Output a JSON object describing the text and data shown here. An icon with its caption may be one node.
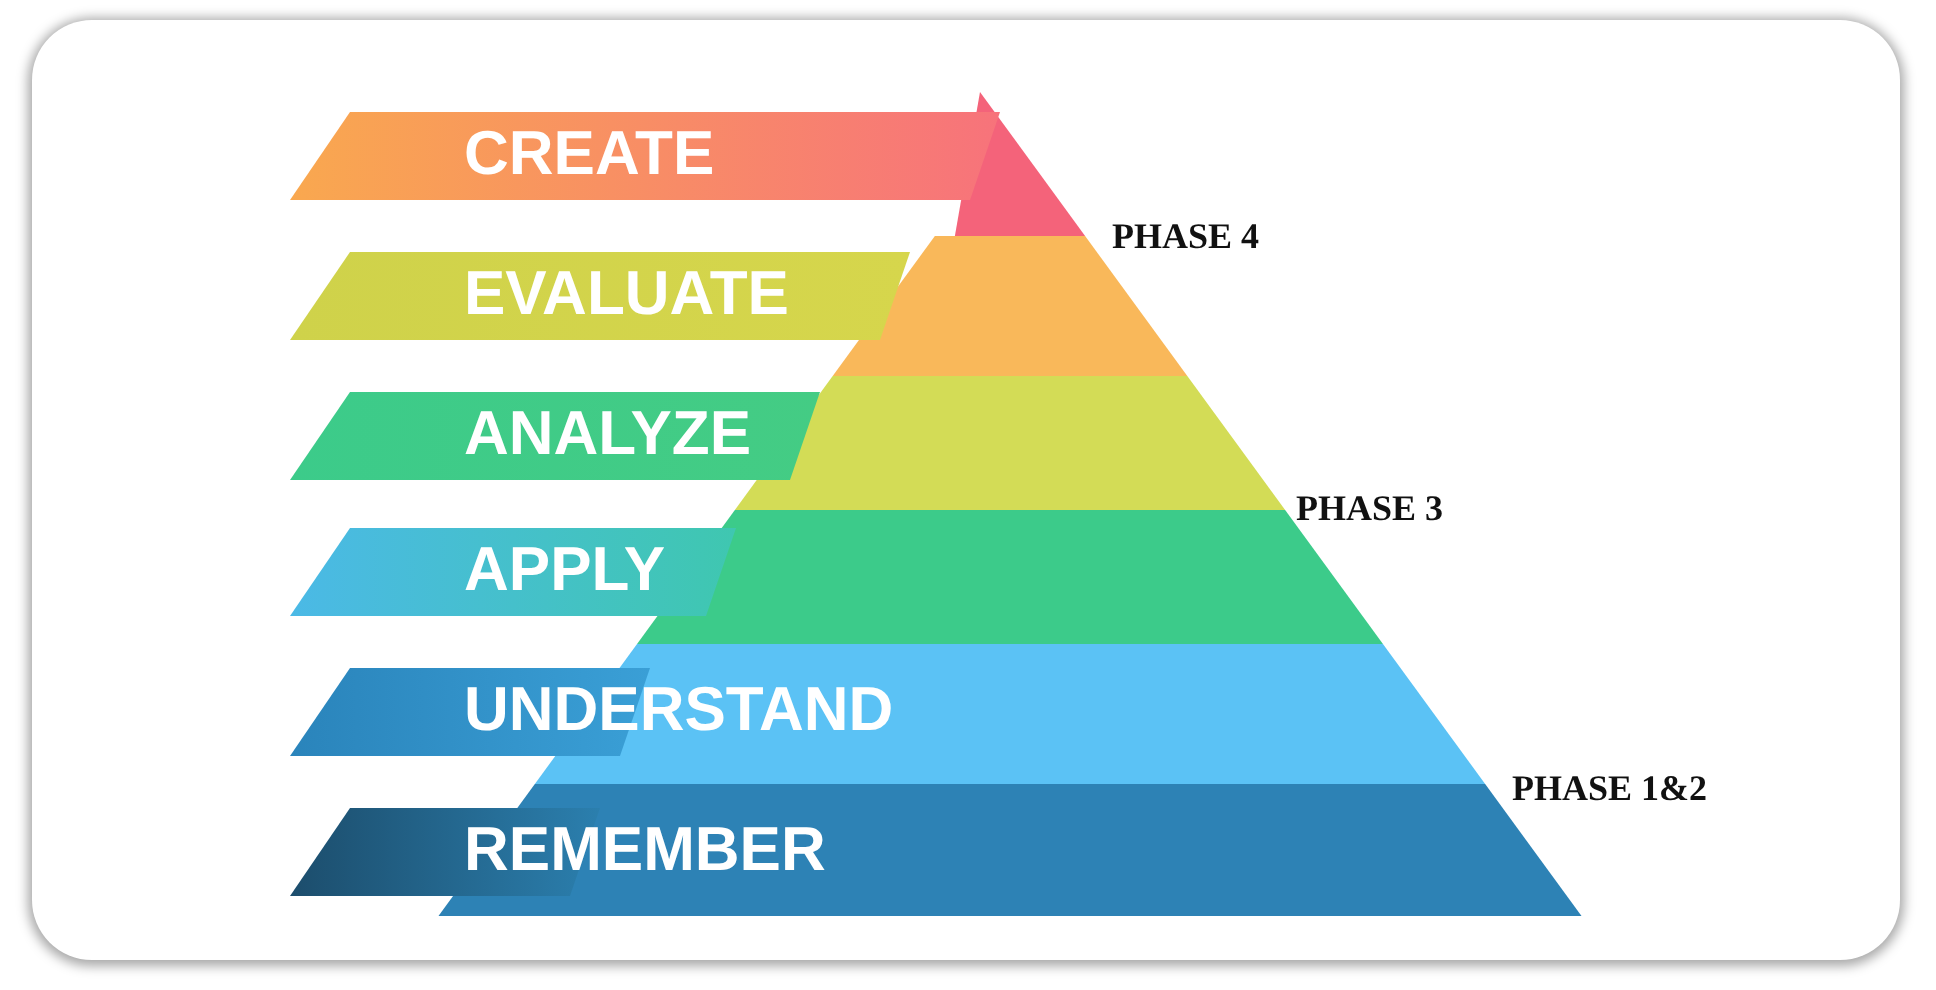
{
  "diagram": {
    "nodes": [
      {
        "text": [
          "CREATE"
        ]
      },
      {
        "text": [
          "EVALUATE"
        ]
      },
      {
        "text": [
          "ANALYZE"
        ]
      },
      {
        "text": [
          "APPLY"
        ]
      },
      {
        "text": [
          "UNDERSTAND"
        ]
      },
      {
        "text": [
          "REMEMBER"
        ]
      }
    ],
    "labels": [
      "PHASE 4",
      "PHASE 3",
      "PHASE 1&2"
    ]
  }
}
